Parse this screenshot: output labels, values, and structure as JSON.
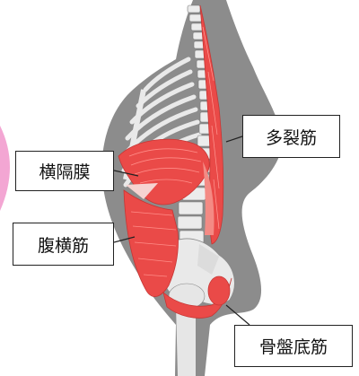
{
  "labels": {
    "multifidus": "多裂筋",
    "diaphragm": "横隔膜",
    "transverse_abdominis": "腹横筋",
    "pelvic_floor": "骨盤底筋"
  },
  "colors": {
    "silhouette": "#8c8c8c",
    "bone": "#e9e9e9",
    "muscle": "#ea4a48",
    "muscle_light": "#f48a84",
    "accent": "#f3a6d3"
  }
}
